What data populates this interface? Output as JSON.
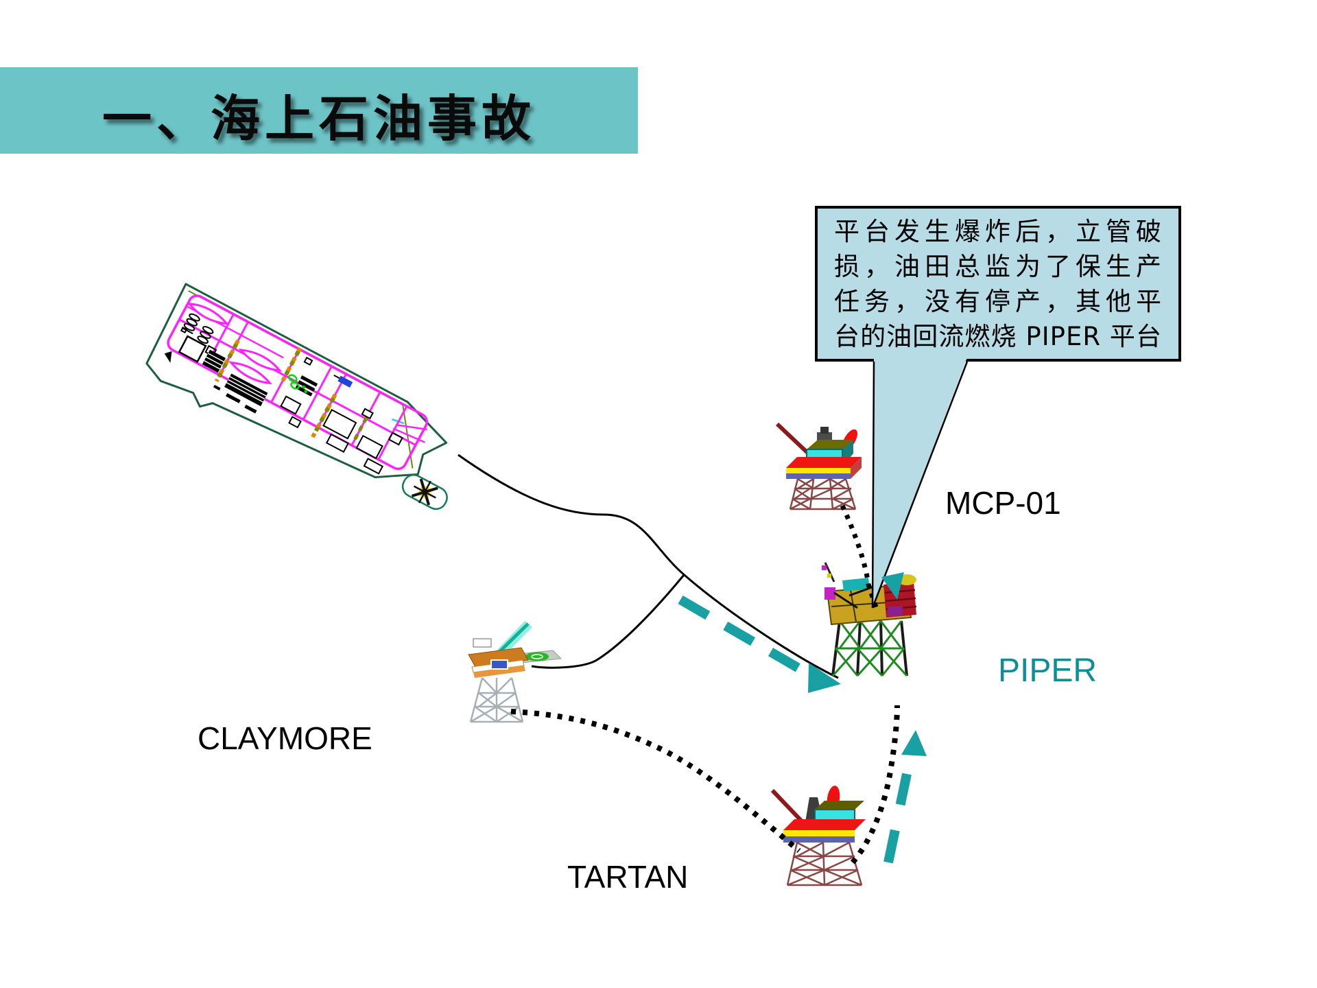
{
  "title": {
    "text": "一、海上石油事故",
    "band_color": "#6dc4c7"
  },
  "callout": {
    "lines": [
      "平台发生爆炸后，立管破",
      "损，油田总监为了保生产",
      "任务，没有停产，其他平",
      "台的油回流燃烧 PIPER 平台"
    ],
    "bg_color": "#b8dce6"
  },
  "labels": {
    "mcp01": "MCP-01",
    "piper": "PIPER",
    "claymore": "CLAYMORE",
    "tartan": "TARTAN"
  },
  "colors": {
    "title_band": "#6dc4c7",
    "callout_bg": "#b8dce6",
    "flow_arrow_teal": "#18a0a2",
    "piper_label_teal": "#0e8f96",
    "deck_plan_magenta": "#ff22ff",
    "hull_outline_green": "#1c5f40"
  },
  "icons": {
    "ship_deck_plan": "ship-deck-plan-icon",
    "platform_mcp01": "oil-platform-icon",
    "platform_piper": "oil-platform-icon",
    "platform_claymore": "oil-platform-icon",
    "platform_tartan": "oil-platform-icon",
    "helicopter": "helicopter-icon",
    "helipad": "helipad-icon",
    "flame": "flame-icon",
    "flare_beam": "flare-beam-icon",
    "callout_pointer": "callout-pointer-icon",
    "flow_arrows": "flow-arrow-icon",
    "pipelines": "pipeline-line",
    "gas_routes": "dotted-route-line"
  }
}
